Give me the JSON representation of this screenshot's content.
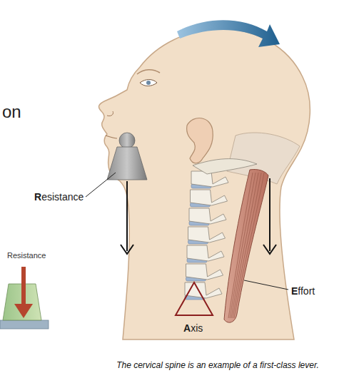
{
  "diagram": {
    "caption": "The cervical spine is an example of a first-class lever.",
    "labels": [
      "on",
      "Resistance",
      "Resistance",
      "Effort",
      "Axis"
    ]
  }
}
